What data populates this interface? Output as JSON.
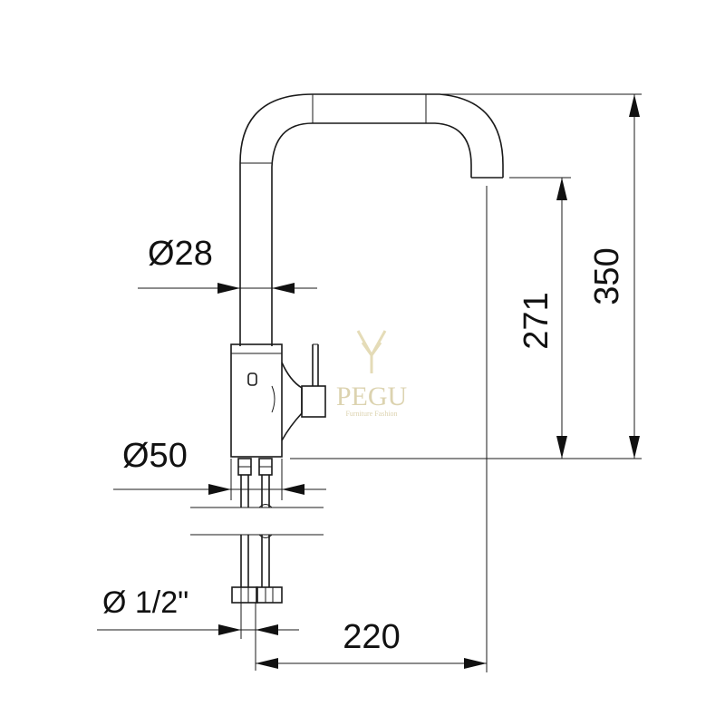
{
  "drawing": {
    "labels": {
      "spout_diameter": "Ø28",
      "body_diameter": "Ø50",
      "connection_size": "Ø 1/2\"",
      "reach": "220",
      "spout_height": "271",
      "total_height": "350"
    },
    "watermark": {
      "brand": "PEGU",
      "tagline": "Furniture Fashion"
    }
  }
}
